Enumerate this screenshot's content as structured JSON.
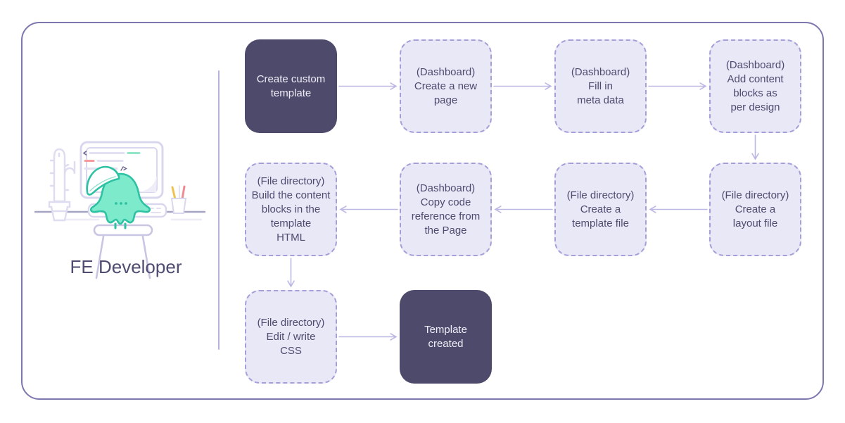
{
  "colors": {
    "outer_border": "#7c78ad",
    "node_solid_fill": "#4e4a6b",
    "node_solid_text": "#eeedf8",
    "node_dashed_fill": "#e9e8f6",
    "node_dashed_border": "#a49fd8",
    "node_text": "#4e4b70",
    "arrow": "#bcb8e4",
    "divider": "#b5b2dd",
    "mascot_fill": "#7eeacc",
    "mascot_stroke": "#2dc2a3",
    "code_line_green": "#93e6c7",
    "code_line_red": "#f59a9e",
    "pencil_yellow": "#f0c24f",
    "pencil_red": "#f08a93"
  },
  "actor": {
    "label": "FE Developer",
    "illustration_parts": [
      "cactus-icon",
      "monitor-icon",
      "code-editor-icon",
      "mascot-character-icon",
      "keyboard-icon",
      "desk-icon",
      "pencil-cup-icon",
      "stool-icon"
    ]
  },
  "flow": {
    "nodes": [
      {
        "id": "create-custom-template",
        "label": "Create custom\ntemplate",
        "variant": "solid"
      },
      {
        "id": "create-new-page",
        "label": "(Dashboard)\nCreate a new\npage",
        "variant": "dashed"
      },
      {
        "id": "fill-meta-data",
        "label": "(Dashboard)\nFill in\nmeta data",
        "variant": "dashed"
      },
      {
        "id": "add-content-blocks",
        "label": "(Dashboard)\nAdd content\nblocks as\nper design",
        "variant": "dashed"
      },
      {
        "id": "create-layout-file",
        "label": "(File directory)\nCreate a\nlayout file",
        "variant": "dashed"
      },
      {
        "id": "create-template-file",
        "label": "(File directory)\nCreate a\ntemplate file",
        "variant": "dashed"
      },
      {
        "id": "copy-code-reference",
        "label": "(Dashboard)\nCopy code\nreference from\nthe Page",
        "variant": "dashed"
      },
      {
        "id": "build-content-blocks",
        "label": "(File directory)\nBuild the content\nblocks in the\ntemplate\nHTML",
        "variant": "dashed"
      },
      {
        "id": "edit-write-css",
        "label": "(File directory)\nEdit / write\nCSS",
        "variant": "dashed"
      },
      {
        "id": "template-created",
        "label": "Template\ncreated",
        "variant": "solid"
      }
    ],
    "edges": [
      {
        "from": "create-custom-template",
        "to": "create-new-page"
      },
      {
        "from": "create-new-page",
        "to": "fill-meta-data"
      },
      {
        "from": "fill-meta-data",
        "to": "add-content-blocks"
      },
      {
        "from": "add-content-blocks",
        "to": "create-layout-file"
      },
      {
        "from": "create-layout-file",
        "to": "create-template-file"
      },
      {
        "from": "create-template-file",
        "to": "copy-code-reference"
      },
      {
        "from": "copy-code-reference",
        "to": "build-content-blocks"
      },
      {
        "from": "build-content-blocks",
        "to": "edit-write-css"
      },
      {
        "from": "edit-write-css",
        "to": "template-created"
      }
    ]
  }
}
